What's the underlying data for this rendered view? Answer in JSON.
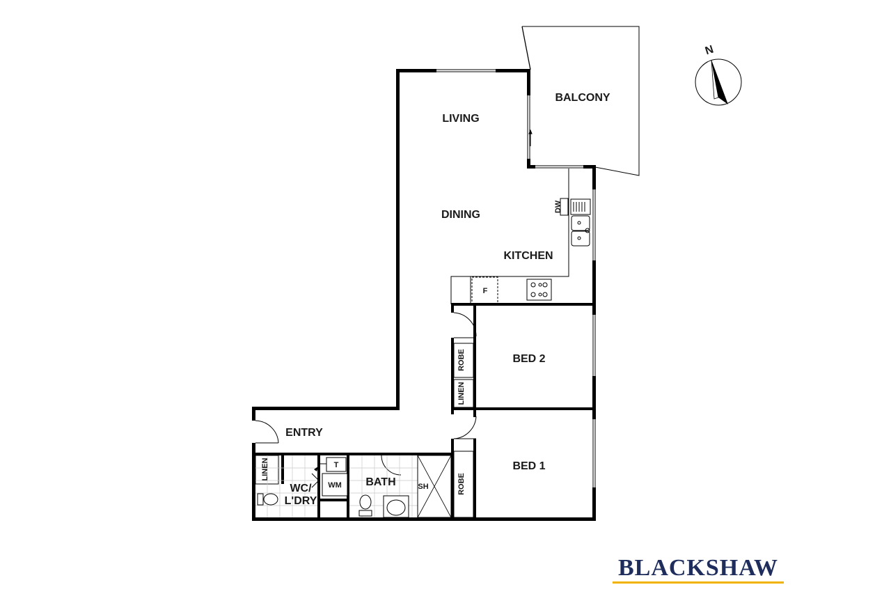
{
  "plan": {
    "rooms": {
      "living": "LIVING",
      "balcony": "BALCONY",
      "dining": "DINING",
      "kitchen": "KITCHEN",
      "bed2": "BED 2",
      "bed1": "BED 1",
      "entry": "ENTRY",
      "wc_line1": "WC/",
      "wc_line2": "L'DRY",
      "bath": "BATH"
    },
    "fixtures": {
      "dishwasher": "DW",
      "fridge": "F",
      "robe_bed2": "ROBE",
      "linen_bed2": "LINEN",
      "robe_bed1": "ROBE",
      "linen_entry": "LINEN",
      "washing_machine": "WM",
      "tub": "T",
      "shower": "SH"
    },
    "compass": "N"
  },
  "brand": {
    "name": "BLACKSHAW",
    "name_color": "#1e2d5c",
    "accent_color": "#f2b200"
  }
}
